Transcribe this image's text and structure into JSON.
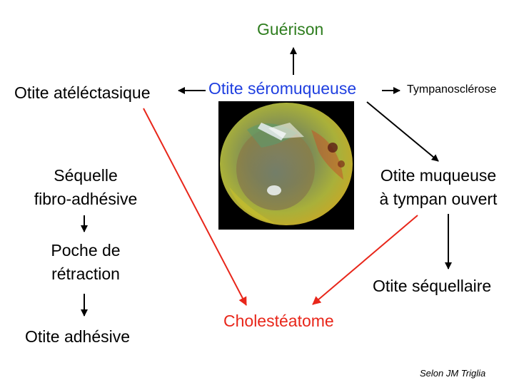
{
  "nodes": {
    "guerison": "Guérison",
    "otite_seromuqueuse": "Otite séromuqueuse",
    "otite_atelectasique": "Otite atéléctasique",
    "tympanosclerose": "Tympanosclérose",
    "otite_muqueuse_line1": "Otite muqueuse",
    "otite_muqueuse_line2": "à tympan ouvert",
    "otite_sequellaire": "Otite séquellaire",
    "cholesteatome": "Cholestéatome",
    "sequelle_line1": "Séquelle",
    "sequelle_line2": "fibro-adhésive",
    "poche_line1": "Poche de",
    "poche_line2": "rétraction",
    "otite_adhesive": "Otite adhésive"
  },
  "credit": "Selon JM Triglia",
  "image": {
    "icon": "otoscopic-eardrum-photo"
  },
  "colors": {
    "green": "#2e7d1e",
    "blue": "#1f3fe0",
    "red": "#e8261a",
    "black": "#000000"
  }
}
